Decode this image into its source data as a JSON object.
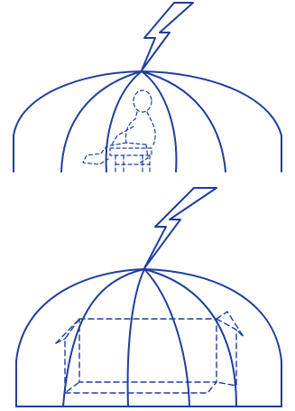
{
  "colors": {
    "line": "#1e3f9c",
    "background": "#ffffff"
  },
  "figures": [
    {
      "id": "person-in-cage",
      "elements": [
        "lightning-bolt-icon",
        "faraday-cage",
        "seated-person-icon",
        "chair-icon"
      ]
    },
    {
      "id": "box-in-cage",
      "elements": [
        "lightning-bolt-icon",
        "faraday-cage",
        "box-icon"
      ]
    }
  ]
}
